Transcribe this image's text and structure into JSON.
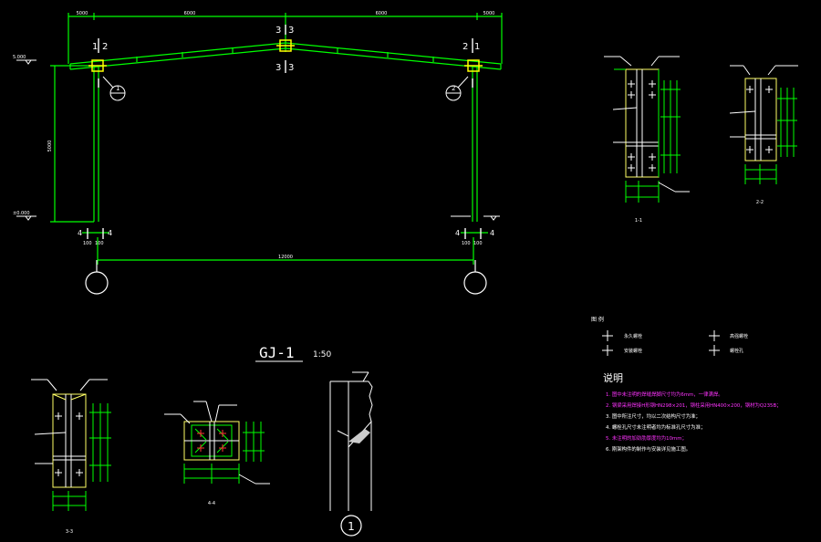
{
  "colors": {
    "background": "#000000",
    "frame": "#00ff00",
    "dim": "#00ff00",
    "text": "#ffffff",
    "joint": "#ffff00",
    "plate": "#ffff66",
    "circle": "#ffffff",
    "note_magenta": "#ff33ff",
    "hatch": "#cccccc"
  },
  "drawing": {
    "title": "GJ-1",
    "scale": "1:50"
  },
  "frame": {
    "top_dims": [
      "5000",
      "6000",
      "6000",
      "5000"
    ],
    "span_dim": "12000",
    "height_dim": "5000",
    "elev_top": "5.000",
    "elev_bottom": "±0.000",
    "col_dims_left": [
      "100",
      "100"
    ],
    "col_dims_right": [
      "100",
      "100"
    ]
  },
  "sections": {
    "labels": {
      "s11": "1-1",
      "s22": "2-2",
      "s33": "3-3",
      "s44": "4-4"
    },
    "cut_marks": {
      "left_top": [
        "1",
        "2"
      ],
      "ridge_top": [
        "3",
        "3"
      ],
      "ridge_bot": [
        "3",
        "3"
      ],
      "right_top": [
        "2",
        "1"
      ],
      "left_bottom": [
        "4",
        "4"
      ],
      "right_bottom": [
        "4",
        "4"
      ]
    },
    "detail_number": "1",
    "detail_refs": [
      "1",
      "2"
    ]
  },
  "legend": {
    "title": "图 例",
    "items": [
      "永久螺栓",
      "安装螺栓",
      "高强螺栓",
      "螺栓孔"
    ]
  },
  "notes": {
    "title": "说明",
    "lines": [
      "1. 图中未注明的焊缝焊脚尺寸均为6mm，一律满焊。",
      "2. 钢梁采用焊接H形钢HN298×201，钢柱采用HN400×200，钢材为Q235B；",
      "3. 图中所注尺寸，均以二次结构尺寸为准；",
      "4. 螺栓孔尺寸未注明者均为标准孔尺寸为准；",
      "5. 未注明的加劲肋厚度均为10mm；",
      "6. 刚架构件的制作与安装详见施工图。"
    ],
    "highlight_lines": [
      0,
      1,
      4
    ]
  }
}
